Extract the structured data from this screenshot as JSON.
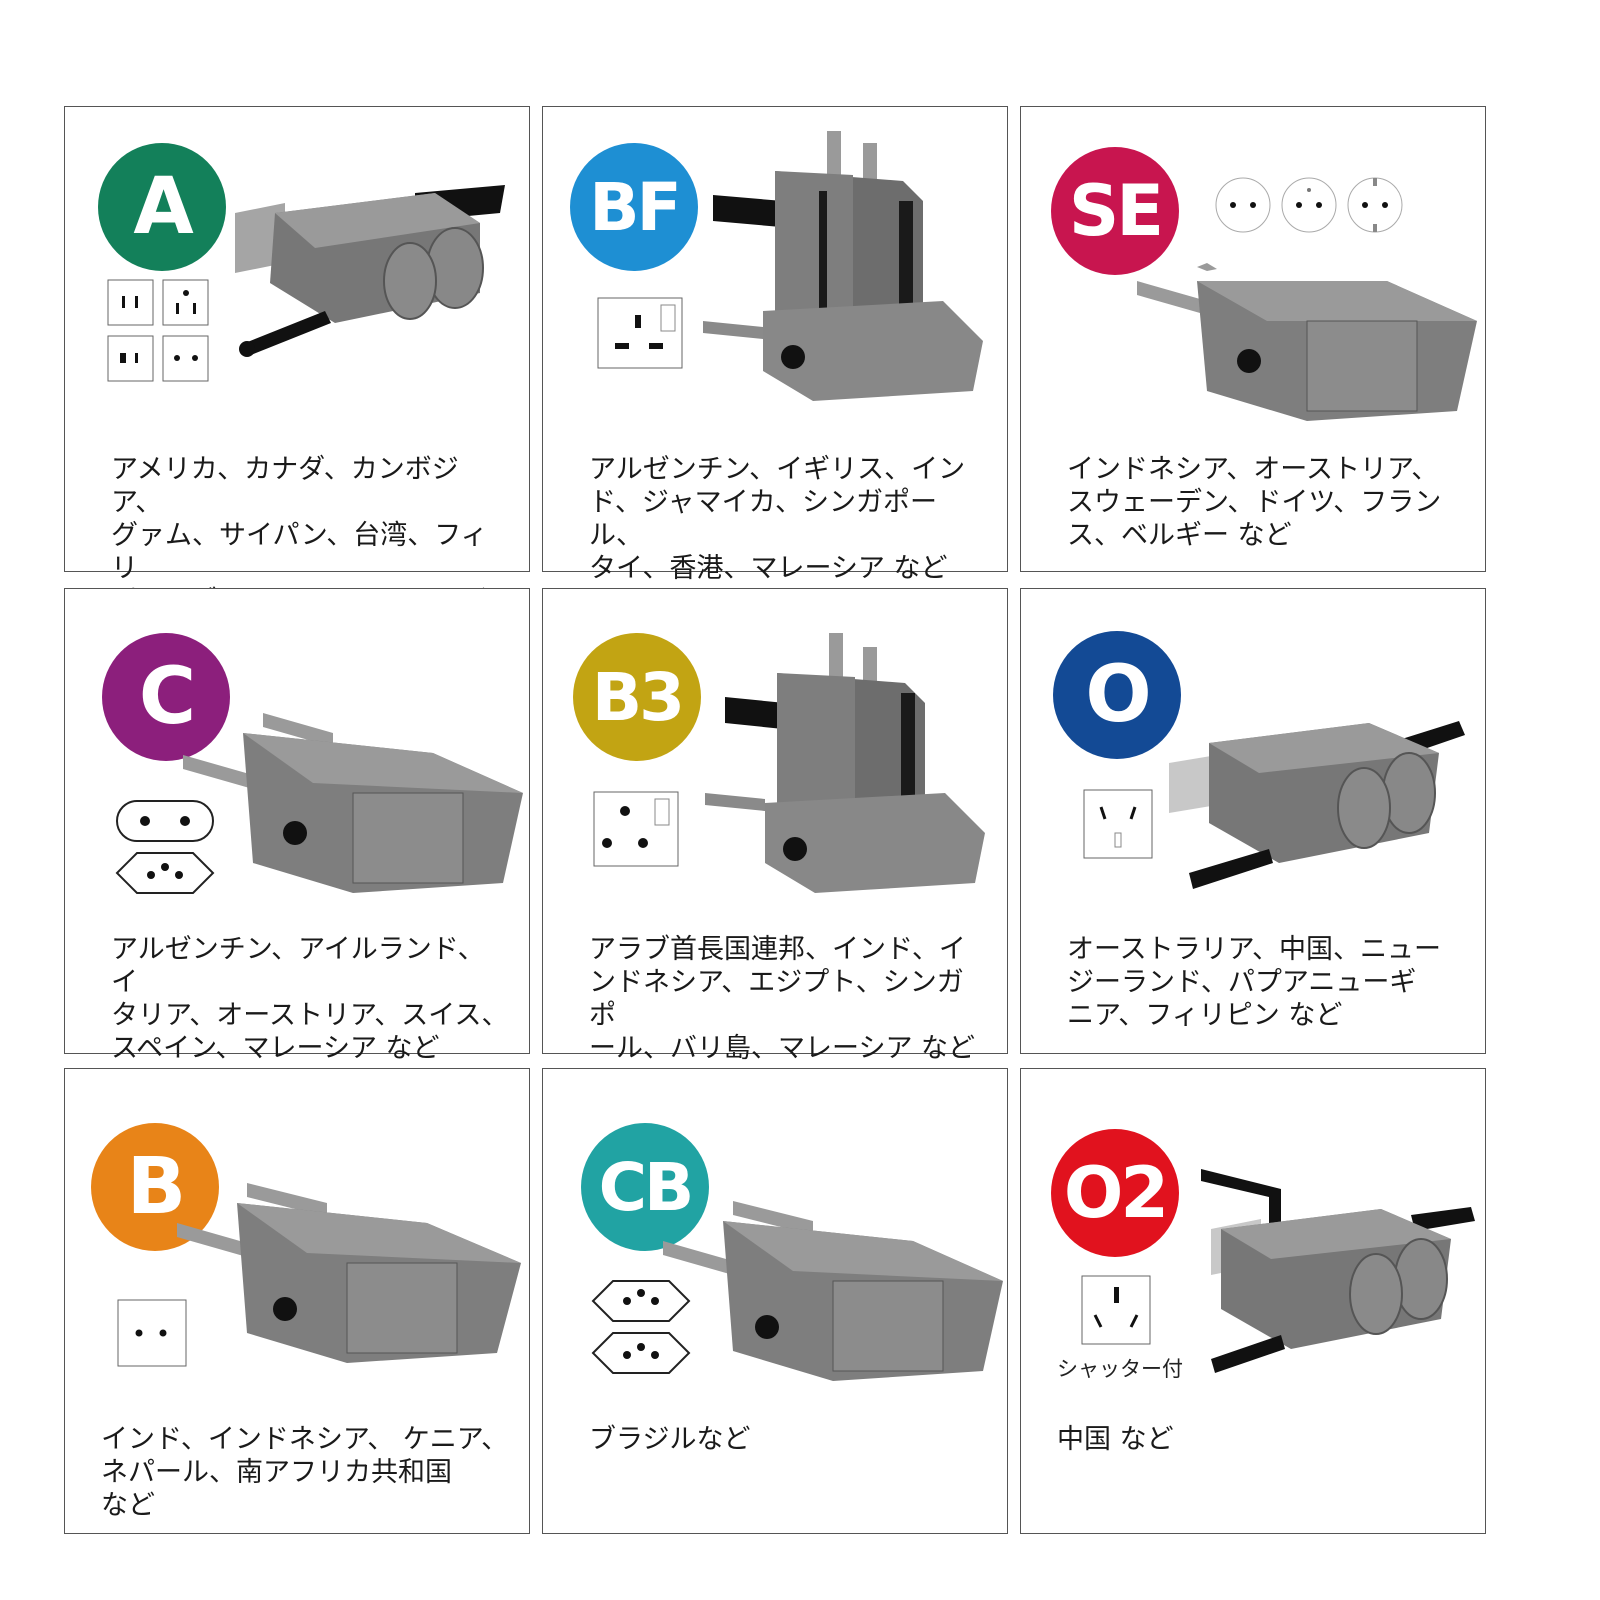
{
  "colors": {
    "A": "#13805a",
    "BF": "#1e8fd3",
    "SE": "#c8154f",
    "C": "#8c1f7c",
    "B3": "#c2a413",
    "O": "#134a95",
    "B": "#e88418",
    "CB": "#21a3a3",
    "O2": "#e1121e"
  },
  "cards": [
    {
      "code": "A",
      "desc": "アメリカ、カナダ、カンボジア、\nグァム、サイパン、台湾、フィリ\nピン、ブラジル、メキシコなど"
    },
    {
      "code": "BF",
      "desc": "アルゼンチン、イギリス、イン\nド、ジャマイカ、シンガポール、\nタイ、香港、マレーシア など"
    },
    {
      "code": "SE",
      "desc": "インドネシア、オーストリア、\nスウェーデン、ドイツ、フラン\nス、ベルギー など"
    },
    {
      "code": "C",
      "desc": "アルゼンチン、アイルランド、イ\nタリア、オーストリア、スイス、\nスペイン、マレーシア など"
    },
    {
      "code": "B3",
      "desc": "アラブ首長国連邦、インド、イ\nンドネシア、エジプト、シンガポ\nール、バリ島、マレーシア など"
    },
    {
      "code": "O",
      "desc": "オーストラリア、中国、ニュー\nジーランド、パプアニューギ\nニア、フィリピン など"
    },
    {
      "code": "B",
      "desc": "インド、インドネシア、 ケニア、\nネパール、南アフリカ共和国\nなど"
    },
    {
      "code": "CB",
      "desc": "ブラジルなど"
    },
    {
      "code": "O2",
      "desc": "中国 など",
      "caption": "シャッター付"
    }
  ],
  "icons": {
    "plug": "travel-plug-adapter-icon",
    "outlet": "wall-outlet-icon"
  }
}
